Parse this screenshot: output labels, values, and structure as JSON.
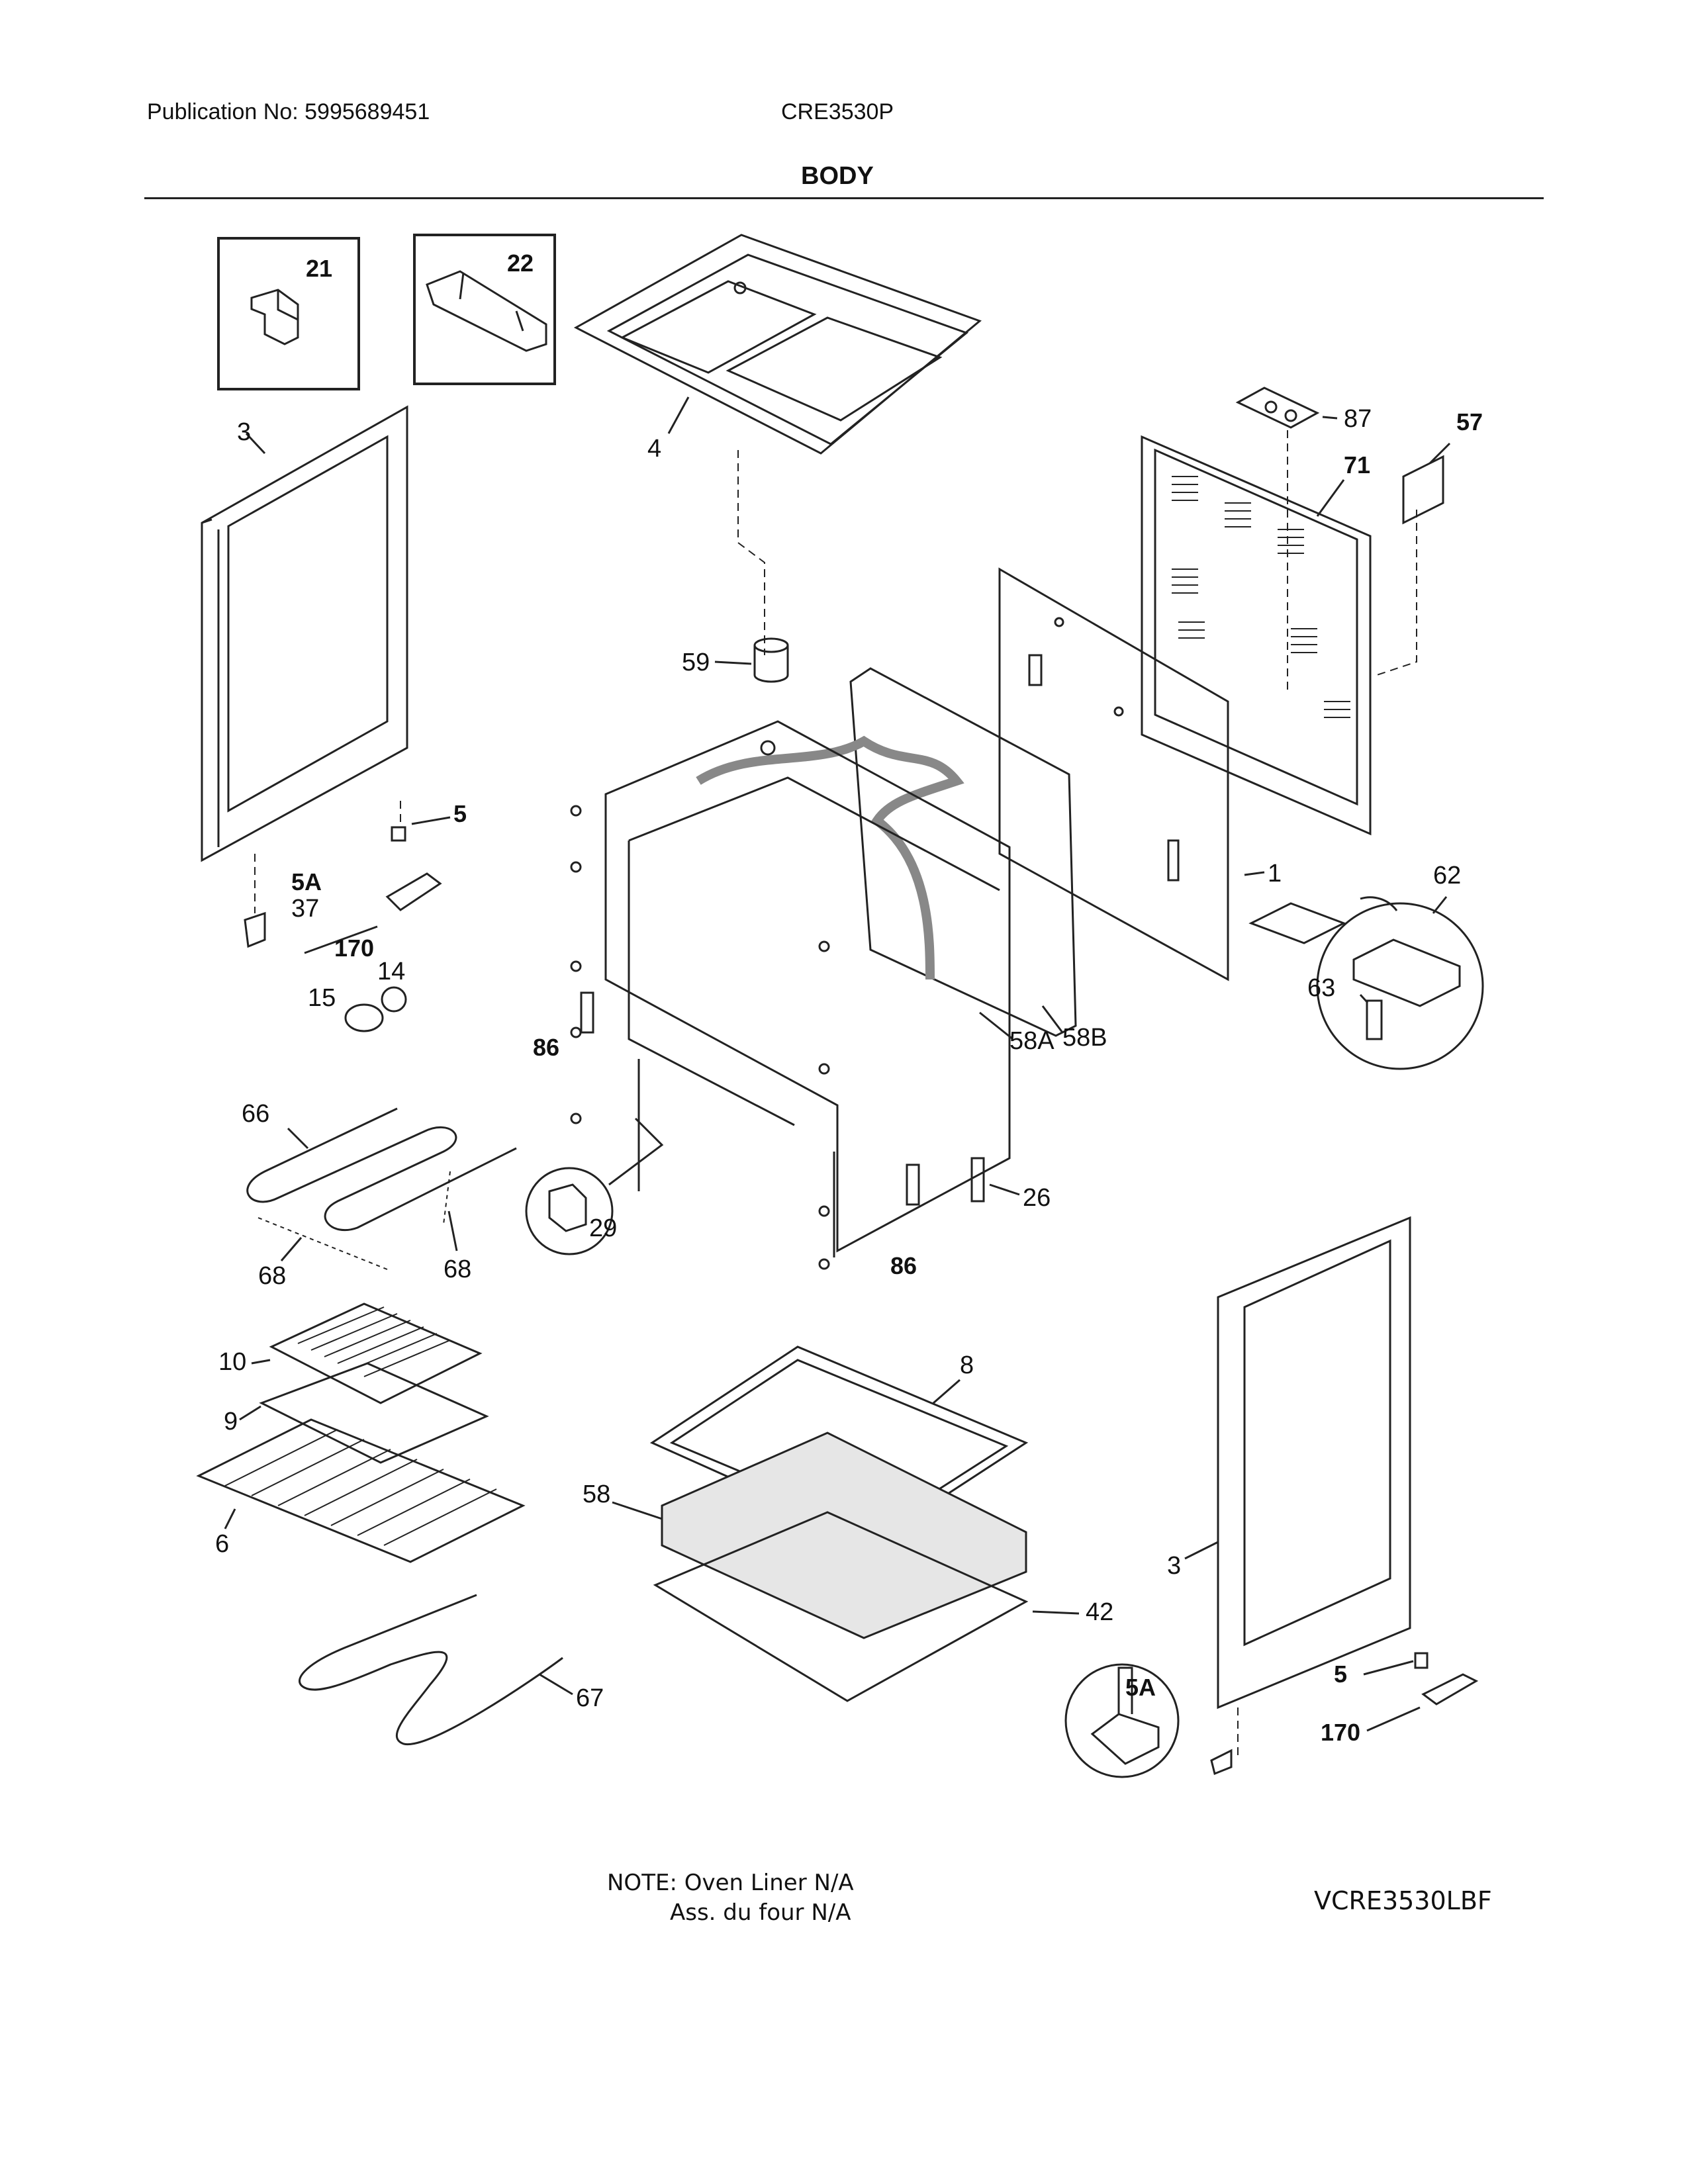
{
  "header": {
    "publication": "Publication No: 5995689451",
    "model": "CRE3530P",
    "section_title": "BODY"
  },
  "callouts": {
    "c21": "21",
    "c22": "22",
    "c3": "3",
    "c4": "4",
    "c87": "87",
    "c57": "57",
    "c71": "71",
    "c59": "59",
    "c5": "5",
    "c5A": "5A",
    "c37": "37",
    "c170": "170",
    "c14": "14",
    "c15": "15",
    "c1": "1",
    "c62": "62",
    "c63": "63",
    "c86": "86",
    "c58A": "58A",
    "c58B": "58B",
    "c66": "66",
    "c68": "68",
    "c29": "29",
    "c26": "26",
    "c10": "10",
    "c9": "9",
    "c6": "6",
    "c8": "8",
    "c58": "58",
    "c42": "42",
    "c67": "67"
  },
  "footer": {
    "note_line1": "NOTE: Oven Liner N/A",
    "note_line2": "Ass. du four N/A",
    "diagram_code": "VCRE3530LBF"
  }
}
